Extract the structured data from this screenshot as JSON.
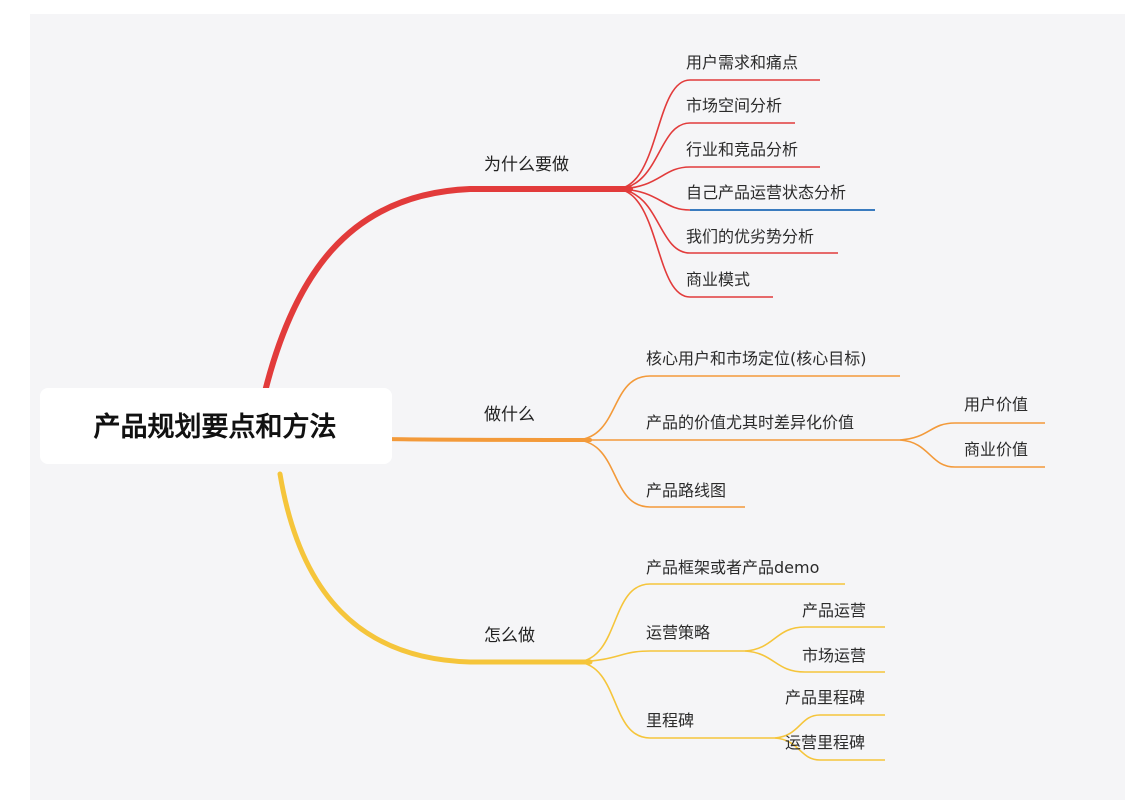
{
  "root": {
    "label": "产品规划要点和方法"
  },
  "colors": {
    "why": "#e23b3b",
    "what": "#f39a3a",
    "how": "#f5c53b",
    "highlight": "#3a7bbf"
  },
  "branches": [
    {
      "label": "为什么要做",
      "color_key": "why",
      "children": [
        {
          "label": "用户需求和痛点"
        },
        {
          "label": "市场空间分析"
        },
        {
          "label": "行业和竞品分析"
        },
        {
          "label": "自己产品运营状态分析"
        },
        {
          "label": "我们的优劣势分析"
        },
        {
          "label": "商业模式"
        }
      ]
    },
    {
      "label": "做什么",
      "color_key": "what",
      "children": [
        {
          "label": "核心用户和市场定位(核心目标)"
        },
        {
          "label": "产品的价值尤其时差异化价值",
          "children": [
            {
              "label": "用户价值"
            },
            {
              "label": "商业价值"
            }
          ]
        },
        {
          "label": "产品路线图"
        }
      ]
    },
    {
      "label": "怎么做",
      "color_key": "how",
      "children": [
        {
          "label": "产品框架或者产品demo"
        },
        {
          "label": "运营策略",
          "children": [
            {
              "label": "产品运营"
            },
            {
              "label": "市场运营"
            }
          ]
        },
        {
          "label": "里程碑",
          "children": [
            {
              "label": "产品里程碑"
            },
            {
              "label": "运营里程碑"
            }
          ]
        }
      ]
    }
  ]
}
